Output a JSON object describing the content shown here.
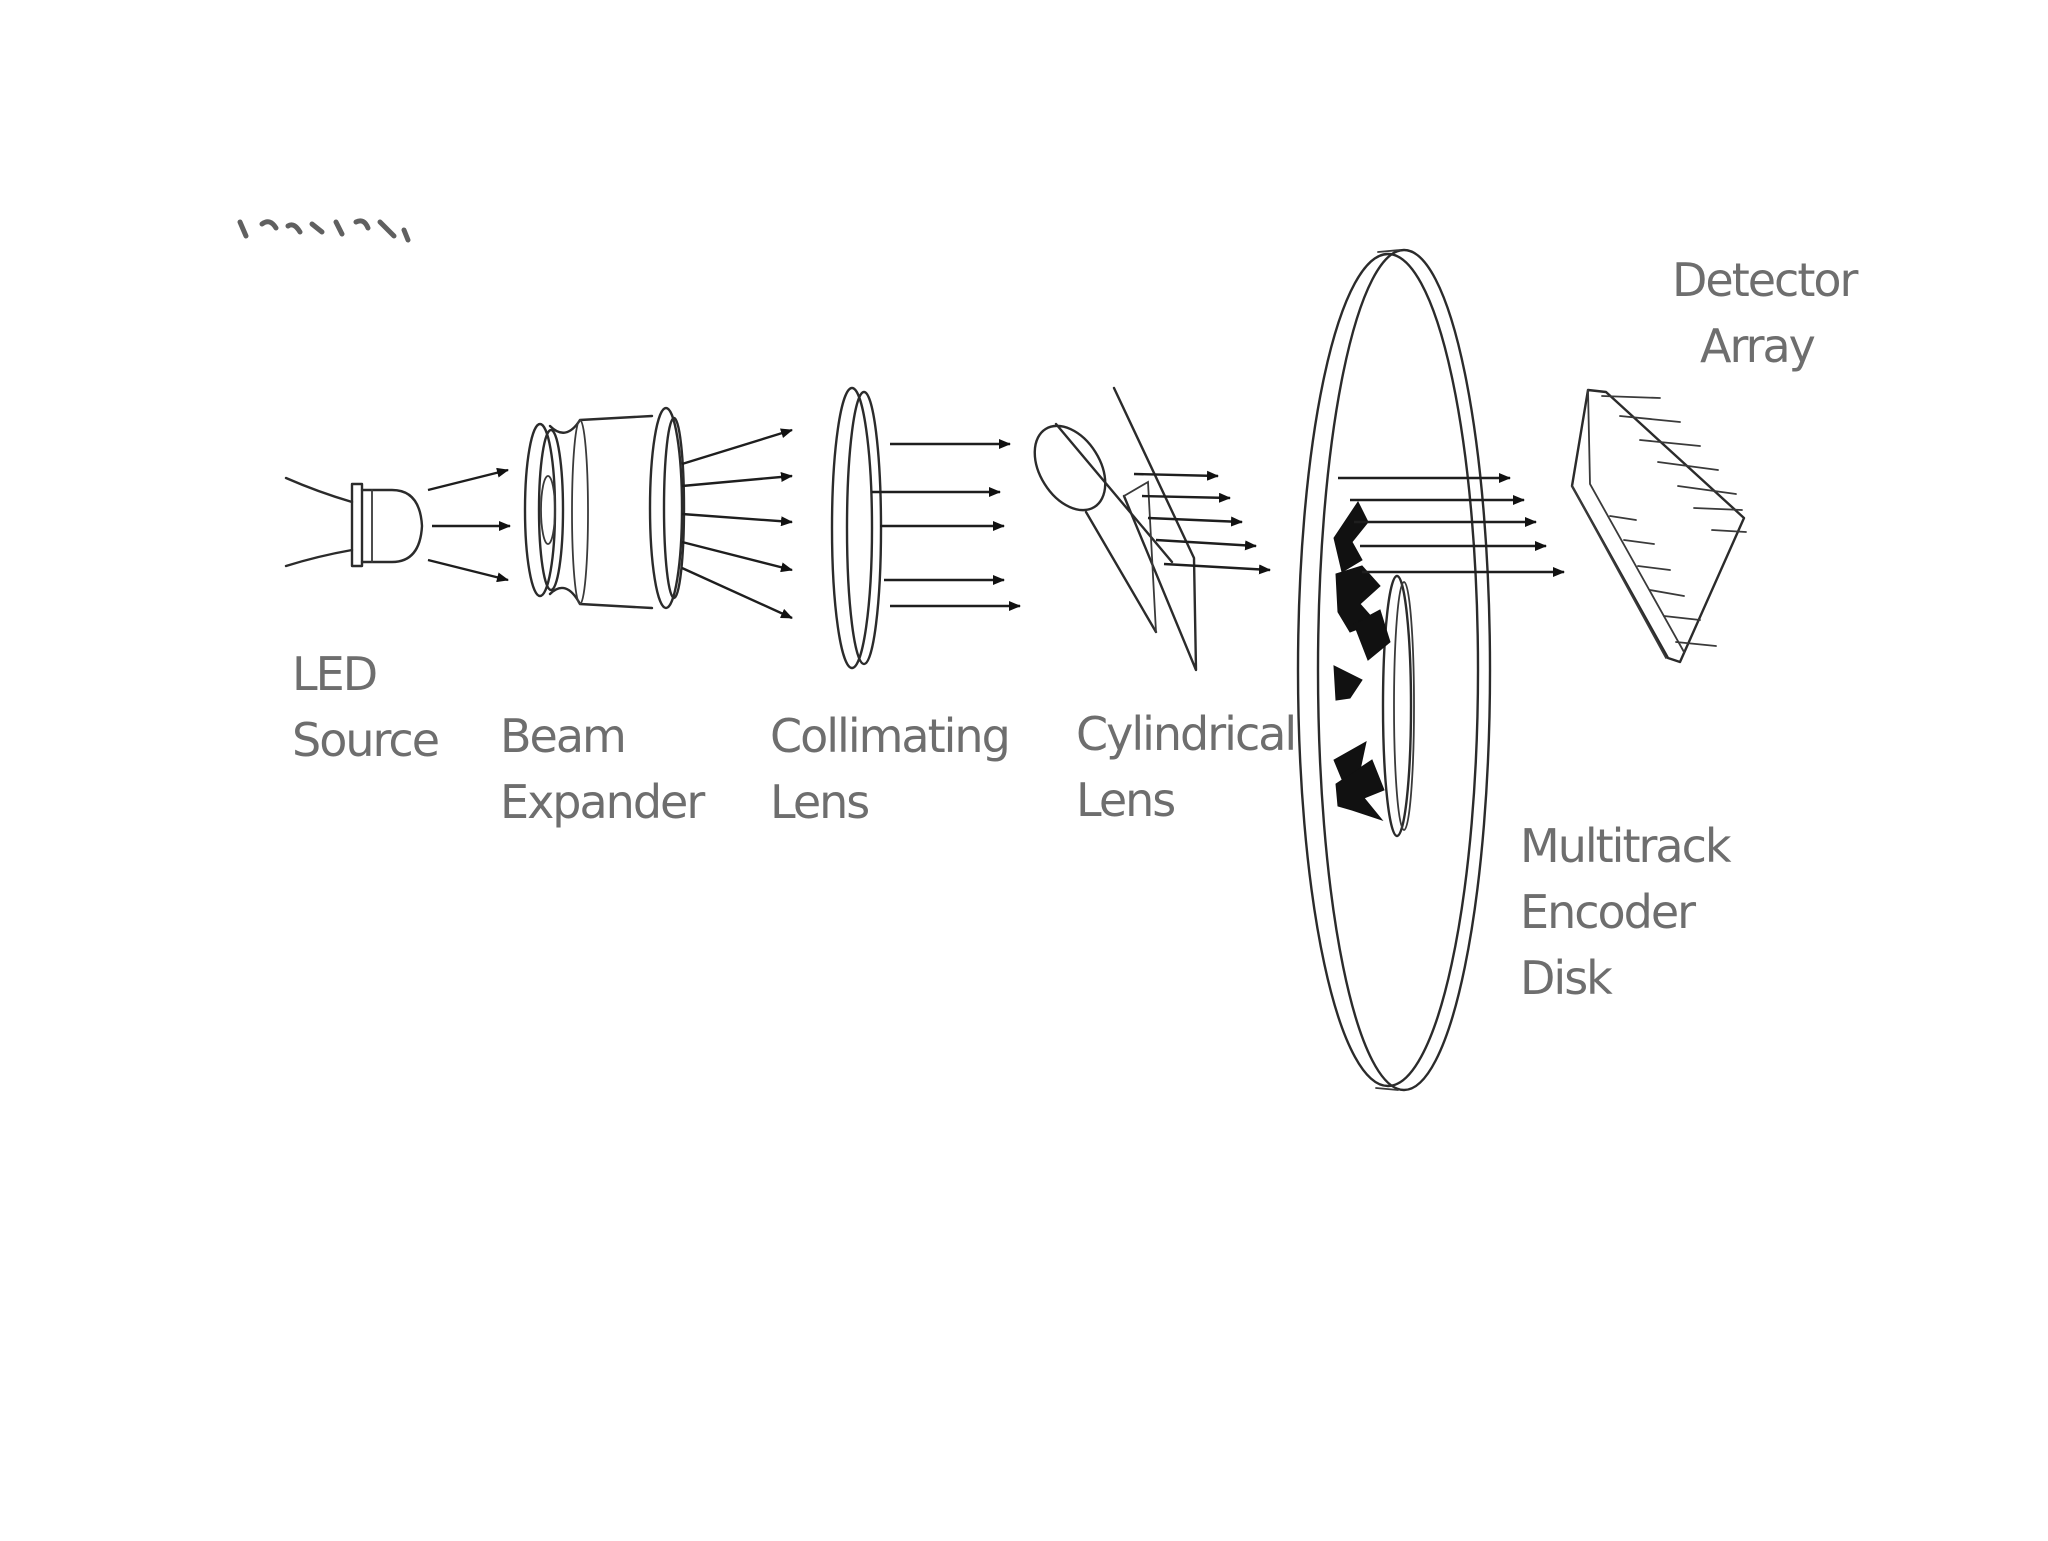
{
  "labels": {
    "led_source": [
      "LED",
      "Source"
    ],
    "beam_expander": [
      "Beam",
      "Expander"
    ],
    "collimating_lens": [
      "Collimating",
      "Lens"
    ],
    "cylindrical_lens": [
      "Cylindrical",
      "Lens"
    ],
    "encoder_disk": [
      "Multitrack",
      "Encoder",
      "Disk"
    ],
    "detector_array": [
      "Detector",
      "Array"
    ]
  },
  "colors": {
    "background": "#ffffff",
    "line": "#2b2b2b",
    "label_text": "#6e6e6e",
    "code_marks": "#111111"
  },
  "icons": {
    "arrowhead": "filled-triangle-arrowhead"
  }
}
